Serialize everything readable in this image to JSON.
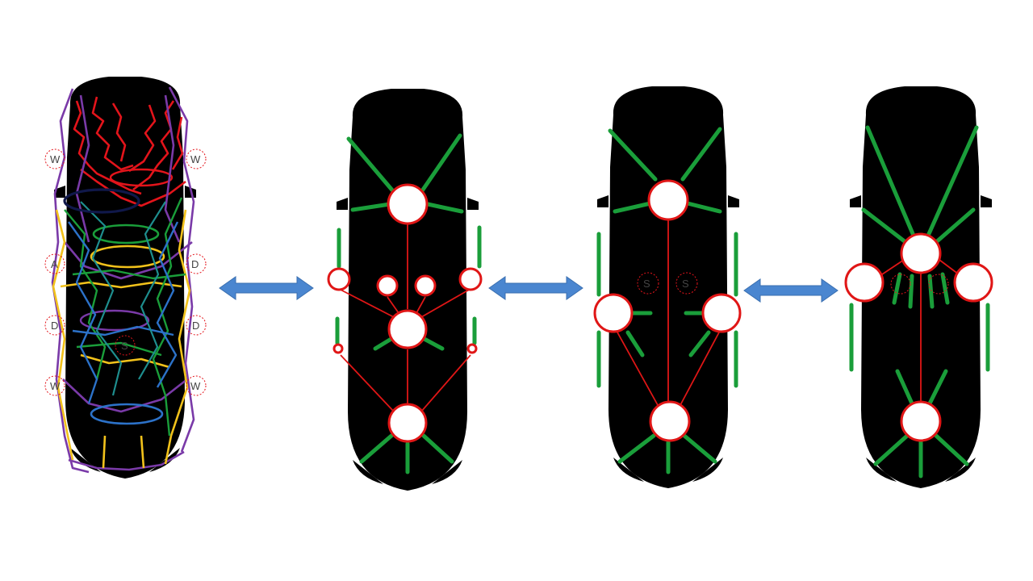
{
  "colors": {
    "outline": "#cfcfcf",
    "node": "#e01616",
    "link": "#e01616",
    "wire_green": "#1a9e3a",
    "arrow": "#4a86d0",
    "red": "#e3141b",
    "purple": "#7a3aa8",
    "yellow": "#f2c21b",
    "blue": "#2c72c9",
    "navy": "#10184a",
    "teal": "#1e8e8e"
  },
  "icons": {
    "arrow": "double-headed-arrow-icon",
    "car": "car-top-view-icon"
  },
  "car1": {
    "zone_labels": [
      "W",
      "W",
      "A",
      "D",
      "D",
      "D",
      "S",
      "W",
      "W"
    ]
  },
  "car3": {
    "zone_labels": [
      "S",
      "S"
    ]
  }
}
